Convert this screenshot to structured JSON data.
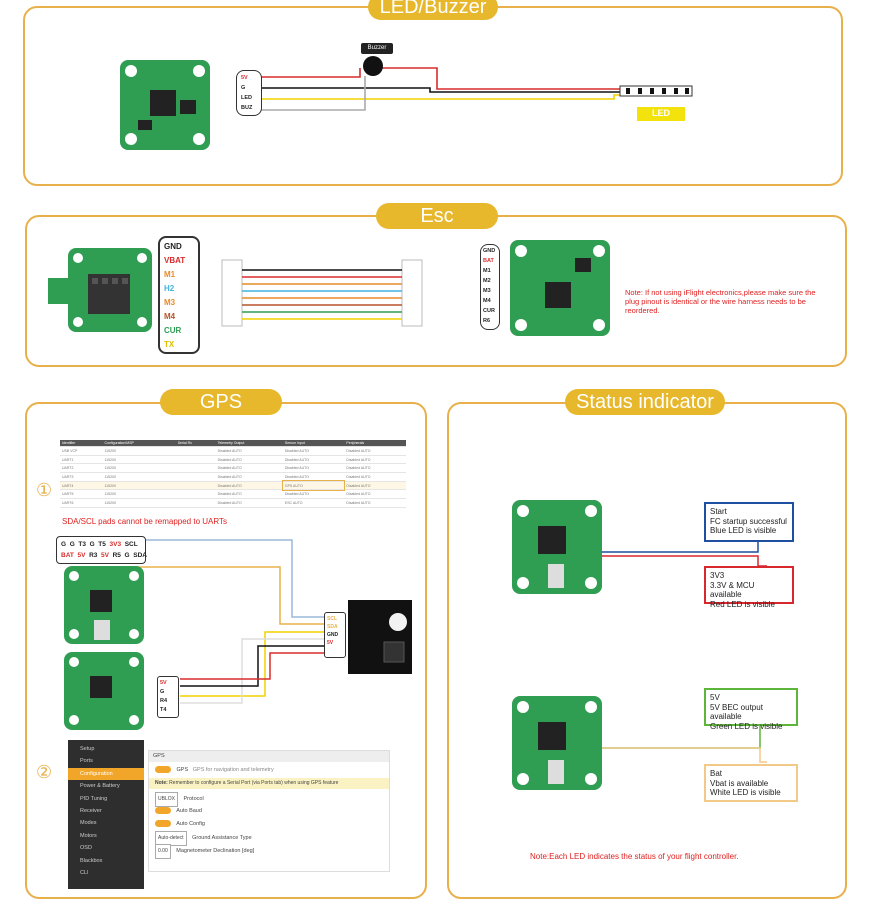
{
  "sections": {
    "led": {
      "title": "LED/Buzzer",
      "pins": [
        "5V",
        "G",
        "LED",
        "BUZ"
      ],
      "buzzer_label": "Buzzer",
      "led_label": "LED"
    },
    "esc": {
      "title": "Esc",
      "fc_pins": [
        "GND",
        "VBAT",
        "M1",
        "H2",
        "M3",
        "M4",
        "CUR",
        "TX"
      ],
      "esc_pins": [
        "GND",
        "BAT",
        "M1",
        "M2",
        "M3",
        "M4",
        "CUR",
        "R6"
      ],
      "note": "Note: If not using iFlight electronics,please make sure the plug pinout is identical or the wire harness needs to be reordered."
    },
    "gps": {
      "title": "GPS",
      "step1": "①",
      "step2": "②",
      "note": "SDA/SCL pads cannot be remapped to UARTs",
      "pads_top": [
        "G",
        "G",
        "T3",
        "G",
        "T5",
        "3V3",
        "SCL"
      ],
      "pads_bottom": [
        "BAT",
        "5V",
        "R3",
        "5V",
        "R5",
        "G",
        "SDA"
      ],
      "gps_module_pins": [
        "SCL",
        "SDA",
        "",
        "GND",
        "5V"
      ],
      "fc_pins": [
        "5V",
        "G",
        "R4",
        "T4"
      ],
      "ports_table": {
        "headers": [
          "Identifier",
          "Configuration/MSP",
          "Serial Rx",
          "Telemetry Output",
          "Sensor Input",
          "Peripherals"
        ],
        "rows": [
          [
            "USB VCP",
            "115200",
            "",
            "Disabled AUTO",
            "Disabled AUTO",
            "Disabled AUTO"
          ],
          [
            "UART1",
            "115200",
            "",
            "Disabled AUTO",
            "Disabled AUTO",
            "Disabled AUTO"
          ],
          [
            "UART2",
            "115200",
            "",
            "Disabled AUTO",
            "Disabled AUTO",
            "Disabled AUTO"
          ],
          [
            "UART3",
            "115200",
            "",
            "Disabled AUTO",
            "Disabled AUTO",
            "Disabled AUTO"
          ],
          [
            "UART4",
            "115200",
            "",
            "Disabled AUTO",
            "GPS AUTO",
            "Disabled AUTO"
          ],
          [
            "UART5",
            "115200",
            "",
            "Disabled AUTO",
            "Disabled AUTO",
            "Disabled AUTO"
          ],
          [
            "UART6",
            "115200",
            "",
            "Disabled AUTO",
            "ESC AUTO",
            "Disabled AUTO"
          ]
        ]
      },
      "config_ui": {
        "menu": [
          "Setup",
          "Ports",
          "Configuration",
          "Power & Battery",
          "PID Tuning",
          "Receiver",
          "Modes",
          "Motors",
          "OSD",
          "Blackbox",
          "CLI"
        ],
        "active_index": 2,
        "panel_title": "GPS",
        "gps_toggle_label": "GPS",
        "gps_toggle_desc": "GPS for navigation and telemetry",
        "note_label": "Note:",
        "note_text": "Remember to configure a Serial Port (via Ports tab) when using GPS feature",
        "protocol_value": "UBLOX",
        "protocol_label": "Protocol",
        "auto_baud": "Auto Baud",
        "auto_config": "Auto Config",
        "ground_assist_value": "Auto-detect",
        "ground_assist_label": "Ground Assistance Type",
        "mag_value": "0.00",
        "mag_label": "Magnetometer Declination [deg]"
      }
    },
    "status": {
      "title": "Status indicator",
      "boxes": [
        {
          "lines": [
            "Start",
            "FC startup successful",
            "Blue LED is visible"
          ],
          "color": "#1f4fa0"
        },
        {
          "lines": [
            "3V3",
            "3.3V & MCU available",
            "Red LED is visible"
          ],
          "color": "#d9272e"
        },
        {
          "lines": [
            "5V",
            "5V BEC output available",
            "Green LED is visible"
          ],
          "color": "#5db53b"
        },
        {
          "lines": [
            "Bat",
            "Vbat is available",
            "White LED is visible"
          ],
          "color": "#f3c98a"
        }
      ],
      "note": "Note:Each LED indicates the status of your flight controller."
    }
  },
  "colors": {
    "accent": "#e7b72c",
    "border": "#e8b04a",
    "pcb": "#2f9e52",
    "note": "#e02020"
  }
}
